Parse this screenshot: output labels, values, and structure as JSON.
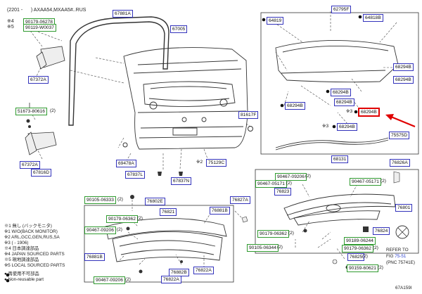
{
  "header": {
    "line1": "(2201 -      ) AXAA54,MXAA5#..RUS",
    "line2": "※4",
    "line3": "※5"
  },
  "parts": {
    "p67881A": "67881A",
    "p67005": "67005",
    "p64819": "64819",
    "p62795F": "62795F",
    "p64818B": "64818B",
    "p90179_06278": "90179-06278",
    "p90119_W0037": "90119-W0037",
    "p67372A_top": "67372A",
    "p51673_80616": "51673-80616",
    "p67372A_bot": "67372A",
    "p67816D": "67816D",
    "p68294B_r1": "68294B",
    "p68294B_r2": "68294B",
    "p68294B_c1": "68294B",
    "p68294B_l": "68294B",
    "p68294B_c2": "68294B",
    "p68294B_hl": "68294B",
    "p68294B_c3": "68294B",
    "p75575D": "75575D",
    "p81617F": "81617F",
    "p69478A": "69478A",
    "p67837L": "67837L",
    "p67837N": "67837N",
    "p75129C": "75129C",
    "p68131": "68131",
    "p76826A": "76826A",
    "p90105_06333": "90105-06333",
    "p76802E": "76802E",
    "p76827A": "76827A",
    "p90179_06362": "90179-06362",
    "p76821": "76821",
    "p76881B_top": "76881B",
    "p90467_09206_l": "90467-09206",
    "p76881B_bot": "76881B",
    "p90467_09206_b": "90467-09206",
    "p76882B": "76882B",
    "p76822A_a": "76822A",
    "p76822A_b": "76822A",
    "p90467_09206_r": "90467-09206",
    "p90467_05171": "90467-05171",
    "p90467_05171_b": "90467-05171",
    "p76823": "76823",
    "p76801": "76801",
    "p90179_06362_r": "90179-06362",
    "p76824": "76824",
    "p90105_06344": "90105-06344",
    "p90189_06244": "90189-06244",
    "p90179_06362_b": "90179-06362",
    "p76825": "76825",
    "p90159_60621": "90159-60621"
  },
  "quantities": {
    "q2a": "(2)",
    "q2b": "(2)",
    "q2c": "(2)",
    "q2d": "(2)",
    "q2e": "(2)",
    "q2f": "(2)",
    "q2g": "(2)",
    "q2h": "(2)",
    "q2i": "(2)",
    "q2j": "(2)",
    "q2k": "(2)",
    "q2l": "(2)",
    "q2m": "(2)",
    "q2n": "(2)",
    "q2o": "(2)"
  },
  "marks": {
    "s3a": "※3",
    "s3b": "※3",
    "s2": "※2"
  },
  "legend": [
    "※1 無し (バックモニタ)",
    "※1 W/O(BACK MONITOR)",
    "※2 ARL,GCC,GEN,RUS,SA",
    "※3 (      - 1906)",
    "※4 日本調達部品",
    "※4 JAPAN SOURCED PARTS",
    "※5 現地調達部品",
    "※5 LOCAL SOURCED PARTS",
    "● 再使用不可部品",
    "● Non-reusable part"
  ],
  "refer": {
    "line1": "REFER TO",
    "line2_prefix": "FIG ",
    "line2_link": "75-51",
    "line3": "(PNC 75741E)"
  },
  "figure_id": "67A159I",
  "colors": {
    "part_box": "#3333bb",
    "green_box": "#2f9a2f",
    "highlight": "#e00000",
    "refer_link": "#2a3fd0"
  }
}
